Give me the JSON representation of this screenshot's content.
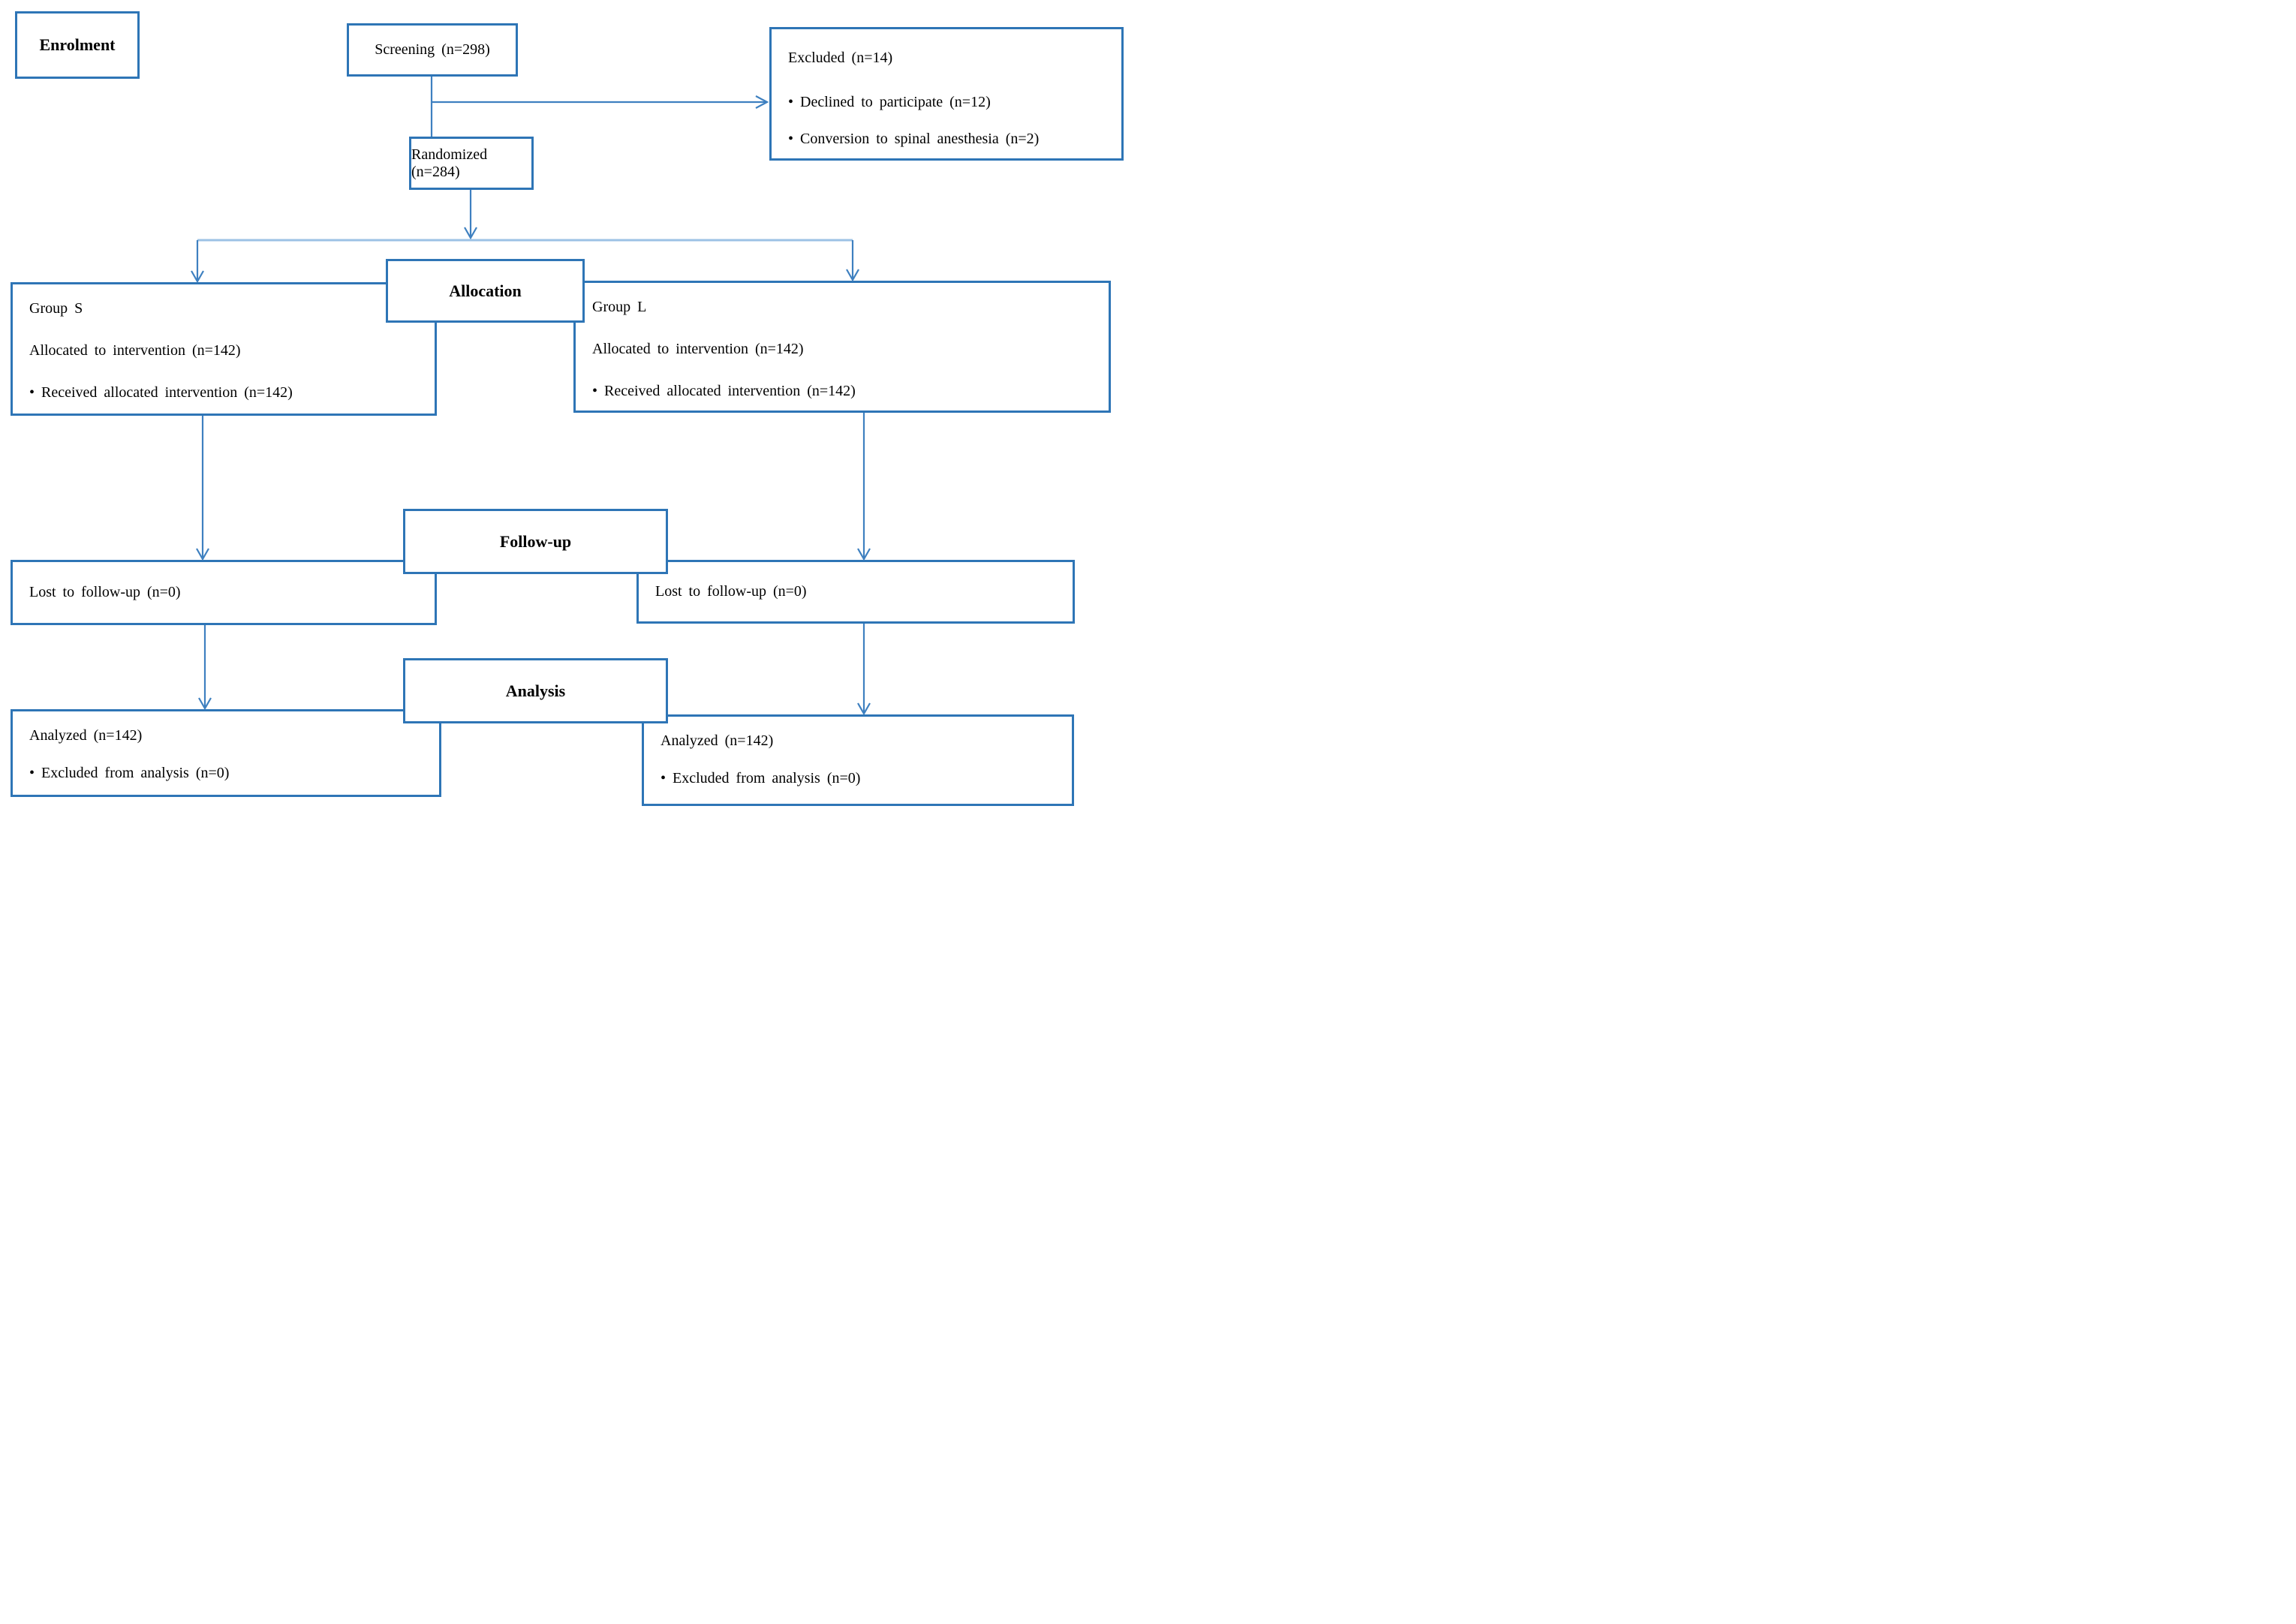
{
  "diagram": {
    "type": "consort-flow",
    "colors": {
      "box_border": "#2E75B6",
      "arrow": "#3E80C0",
      "junction_line": "#9CC2E5",
      "text": "#000000",
      "background": "#FFFFFF"
    },
    "stages": {
      "enrolment": "Enrolment",
      "allocation": "Allocation",
      "followup": "Follow-up",
      "analysis": "Analysis"
    },
    "screening": {
      "label": "Screening  (n=298)"
    },
    "excluded": {
      "title": "Excluded  (n=14)",
      "bullet1": "• Declined  to participate  (n=12)",
      "bullet2": "• Conversion  to  spinal  anesthesia  (n=2)"
    },
    "randomized": {
      "label": "Randomized  (n=284)"
    },
    "group_s": {
      "title": "Group  S",
      "allocated": "Allocated  to intervention  (n=142)",
      "received": "• Received  allocated  intervention  (n=142)"
    },
    "group_l": {
      "title": "Group  L",
      "allocated": "Allocated  to intervention  (n=142)",
      "received": "• Received  allocated  intervention  (n=142)"
    },
    "lost_left": {
      "label": "Lost  to follow-up  (n=0)"
    },
    "lost_right": {
      "label": "Lost  to follow-up  (n=0)"
    },
    "analyzed_left": {
      "title": "Analyzed  (n=142)",
      "bullet": "• Excluded  from  analysis  (n=0)"
    },
    "analyzed_right": {
      "title": "Analyzed  (n=142)",
      "bullet": "• Excluded  from  analysis  (n=0)"
    },
    "counts": {
      "screened": 298,
      "excluded_total": 14,
      "declined": 12,
      "conversion_spinal": 2,
      "randomized": 284,
      "allocated_per_group": 142,
      "received_per_group": 142,
      "lost_per_group": 0,
      "analyzed_per_group": 142,
      "excluded_from_analysis": 0
    }
  }
}
